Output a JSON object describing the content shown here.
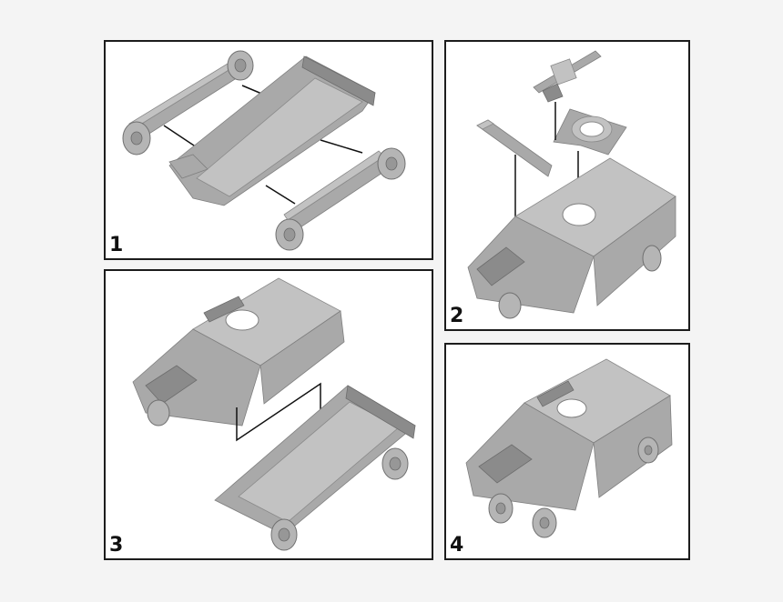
{
  "colors": {
    "background": "#f4f4f4",
    "panel_fill": "#ffffff",
    "panel_border": "#1c1c1c",
    "part_gray": "#a9a9a9",
    "guide_line": "#111111"
  },
  "steps": [
    {
      "number": "1"
    },
    {
      "number": "2"
    },
    {
      "number": "3"
    },
    {
      "number": "4"
    }
  ]
}
